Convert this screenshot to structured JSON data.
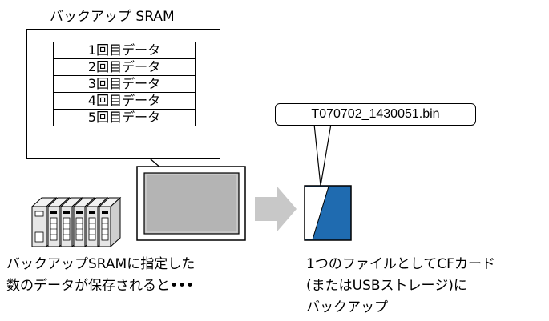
{
  "sram": {
    "title": "バックアップ SRAM",
    "rows": [
      "1回目データ",
      "2回目データ",
      "3回目データ",
      "4回目データ",
      "5回目データ"
    ]
  },
  "file": {
    "name": "T070702_1430051.bin"
  },
  "captions": {
    "left": [
      "バックアップSRAMに指定した",
      "数のデータが保存されると•••"
    ],
    "right": [
      "1つのファイルとしてCFカード",
      "(またはUSBストレージ)に",
      "バックアップ"
    ]
  },
  "colors": {
    "display_screen": "#b4b4b4",
    "arrow": "#c8c8c8",
    "cf_card_blue": "#1f6bb0",
    "plc_body": "#e6e6e6"
  }
}
